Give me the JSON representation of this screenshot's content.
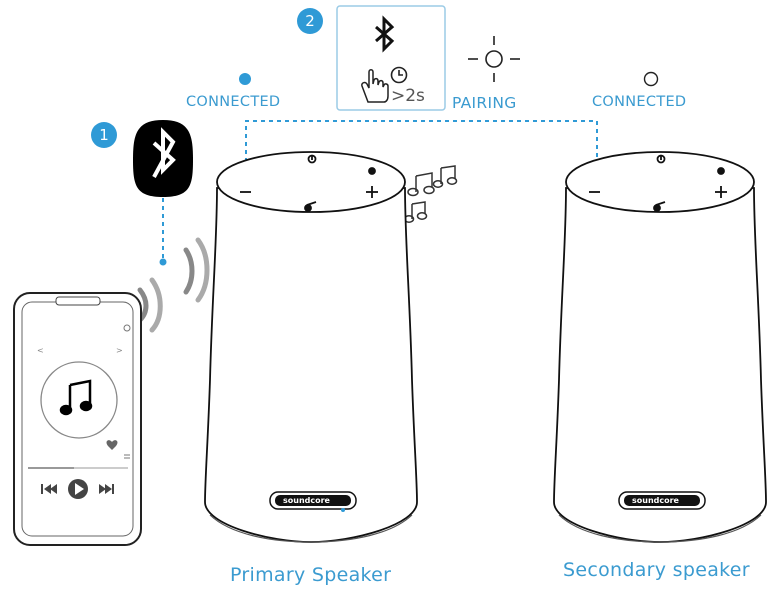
{
  "steps": {
    "step1": "1",
    "step2": "2"
  },
  "labels": {
    "connected_left": "CONNECTED",
    "connected_right": "CONNECTED",
    "pairing": "PAIRING",
    "hold_time": ">2s",
    "primary": "Primary Speaker",
    "secondary": "Secondary speaker"
  },
  "brand": {
    "speaker_logo": "soundcore"
  },
  "colors": {
    "accent": "#2f9ad6",
    "line": "#1f1f1f"
  }
}
